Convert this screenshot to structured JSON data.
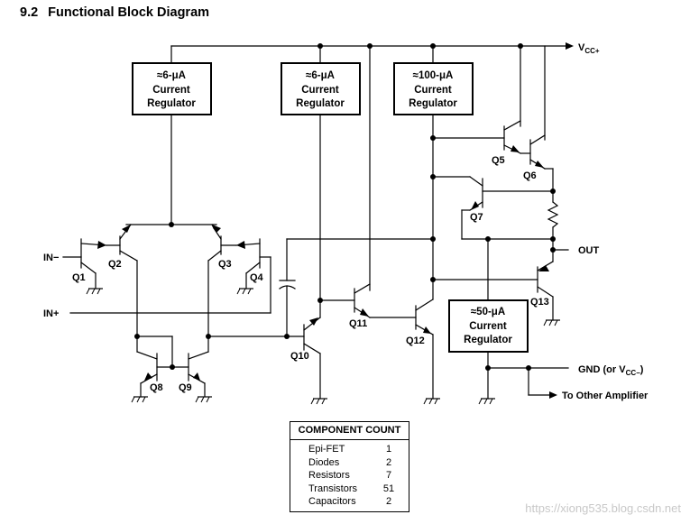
{
  "heading": {
    "number": "9.2",
    "title": "Functional Block Diagram"
  },
  "supply": {
    "vcc_plus": "VCC+",
    "out": "OUT",
    "gnd": "GND (or VCC−)",
    "other_amp": "To Other Amplifier"
  },
  "inputs": {
    "in_minus": "IN−",
    "in_plus": "IN+"
  },
  "regulators": [
    {
      "value": "≈6-μA",
      "line1": "Current",
      "line2": "Regulator"
    },
    {
      "value": "≈6-μA",
      "line1": "Current",
      "line2": "Regulator"
    },
    {
      "value": "≈100-μA",
      "line1": "Current",
      "line2": "Regulator"
    },
    {
      "value": "≈50-μA",
      "line1": "Current",
      "line2": "Regulator"
    }
  ],
  "transistors": [
    "Q1",
    "Q2",
    "Q3",
    "Q4",
    "Q5",
    "Q6",
    "Q7",
    "Q8",
    "Q9",
    "Q10",
    "Q11",
    "Q12",
    "Q13"
  ],
  "component_count": {
    "title": "COMPONENT COUNT",
    "rows": [
      {
        "name": "Epi-FET",
        "count": "1"
      },
      {
        "name": "Diodes",
        "count": "2"
      },
      {
        "name": "Resistors",
        "count": "7"
      },
      {
        "name": "Transistors",
        "count": "51"
      },
      {
        "name": "Capacitors",
        "count": "2"
      }
    ]
  },
  "watermark": "https://xiong535.blog.csdn.net"
}
